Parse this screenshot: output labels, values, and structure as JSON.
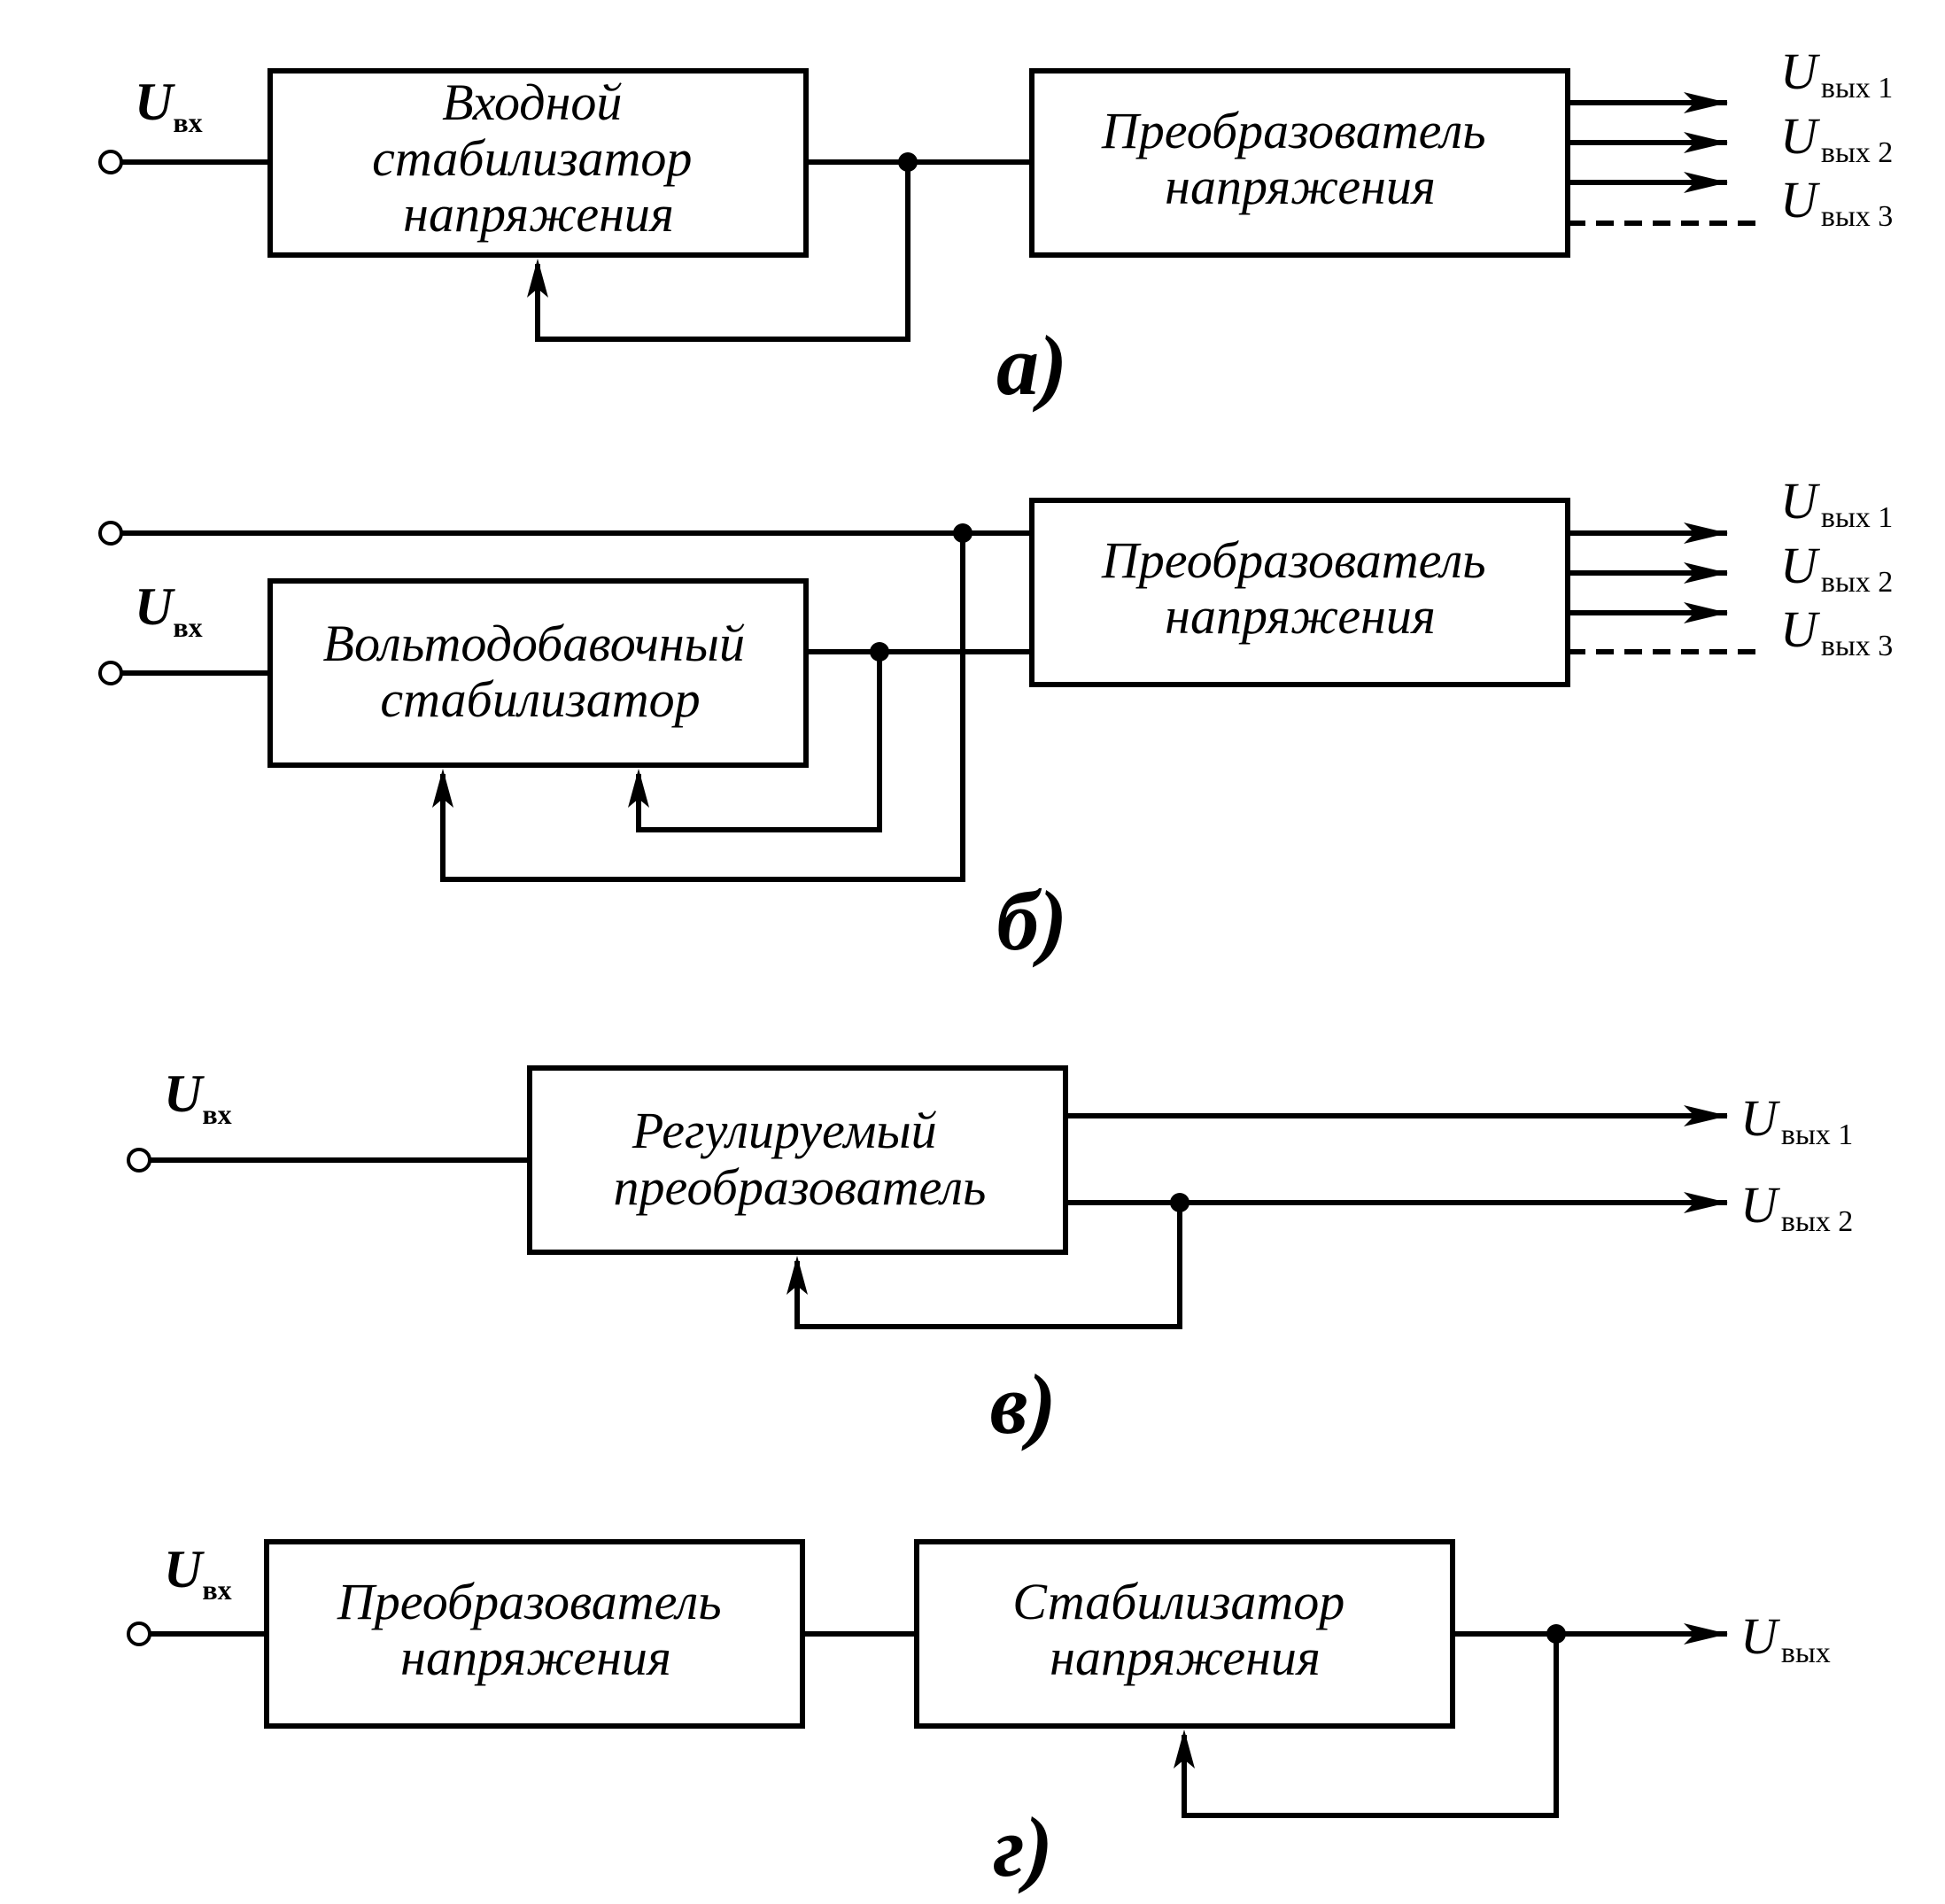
{
  "diagrams": {
    "a": {
      "caption": "а)",
      "input_label": {
        "main": "U",
        "sub": "вх"
      },
      "stabilizer_box": [
        "Входной",
        "стабилизатор",
        "напряжения"
      ],
      "converter_box": [
        "Преобразователь",
        "напряжения"
      ],
      "outputs": [
        {
          "main": "U",
          "sub": "вых 1"
        },
        {
          "main": "U",
          "sub": "вых 2"
        },
        {
          "main": "U",
          "sub": "вых 3"
        }
      ]
    },
    "b": {
      "caption": "б)",
      "input_label": {
        "main": "U",
        "sub": "вх"
      },
      "booster_box": [
        "Вольтодобавочный",
        "стабилизатор"
      ],
      "converter_box": [
        "Преобразователь",
        "напряжения"
      ],
      "outputs": [
        {
          "main": "U",
          "sub": "вых 1"
        },
        {
          "main": "U",
          "sub": "вых 2"
        },
        {
          "main": "U",
          "sub": "вых 3"
        }
      ]
    },
    "v": {
      "caption": "в)",
      "input_label": {
        "main": "U",
        "sub": "вх"
      },
      "regulated_box": [
        "Регулируемый",
        "преобразователь"
      ],
      "outputs": [
        {
          "main": "U",
          "sub": "вых 1"
        },
        {
          "main": "U",
          "sub": "вых 2"
        }
      ]
    },
    "g": {
      "caption": "г)",
      "input_label": {
        "main": "U",
        "sub": "вх"
      },
      "converter_box": [
        "Преобразователь",
        "напряжения"
      ],
      "stabilizer_box": [
        "Стабилизатор",
        "напряжения"
      ],
      "output": {
        "main": "U",
        "sub": "вых"
      }
    }
  }
}
